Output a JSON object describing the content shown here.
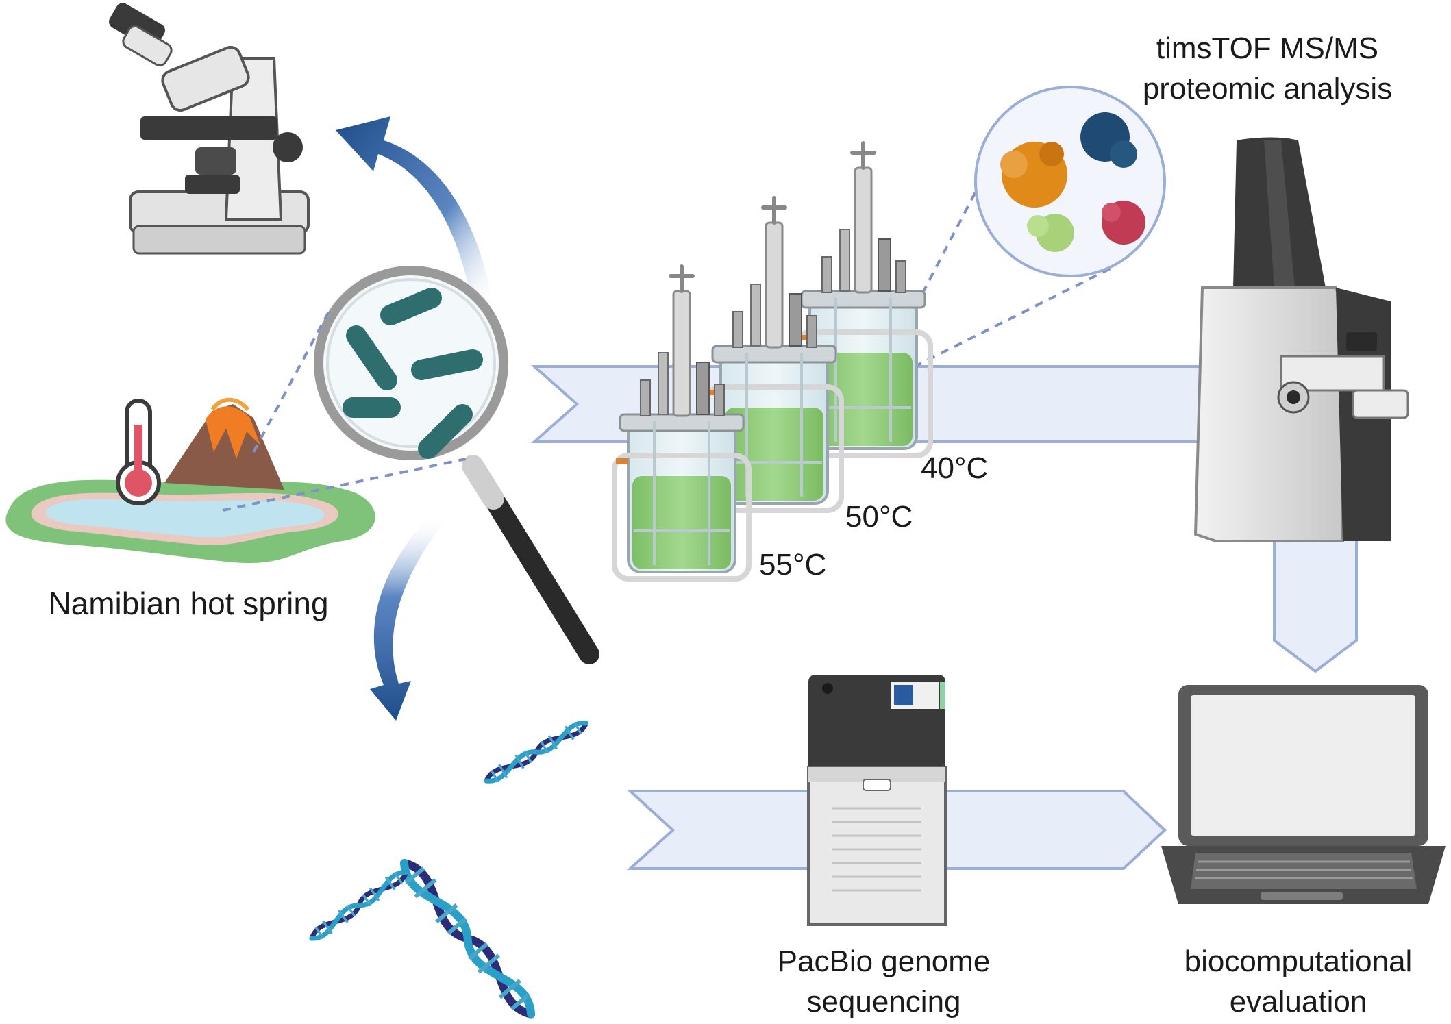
{
  "labels": {
    "source": "Namibian hot spring",
    "reactor_55": "55°C",
    "reactor_50": "50°C",
    "reactor_40": "40°C",
    "proteomics_line1": "timsTOF MS/MS",
    "proteomics_line2": "proteomic analysis",
    "sequencing_line1": "PacBio genome",
    "sequencing_line2": "sequencing",
    "evaluation_line1": "biocomputational",
    "evaluation_line2": "evaluation"
  },
  "colors": {
    "arrow_fill": "#e8eef9",
    "arrow_stroke": "#9aaed8",
    "curved_arrow": "#2e5f9e",
    "bacteria": "#2f6e6e",
    "magnifier_ring": "#9a9a9a",
    "dashed_line": "#7f92c8",
    "culture_green": "#8fce7a",
    "protein_orange": "#e08a1a",
    "protein_navy": "#1f4a73",
    "protein_green": "#a8d27a",
    "protein_red": "#c23b55",
    "instrument_dark": "#3a3a3a",
    "instrument_light": "#e6e6e6",
    "dna_dark": "#2c2d78",
    "dna_light": "#2aa0c8"
  },
  "icons": {
    "microscope": "microscope-icon",
    "magnifier": "magnifying-glass-icon",
    "bacteria": "bacteria-icon",
    "hot_spring": "hot-spring-icon",
    "thermometer": "thermometer-icon",
    "volcano": "volcano-icon",
    "bioreactors": "bioreactor-icon",
    "proteins": "protein-cluster-icon",
    "mass_spec": "mass-spectrometer-icon",
    "sequencer": "sequencer-icon",
    "laptop": "laptop-icon",
    "dna": "dna-helix-icon"
  }
}
